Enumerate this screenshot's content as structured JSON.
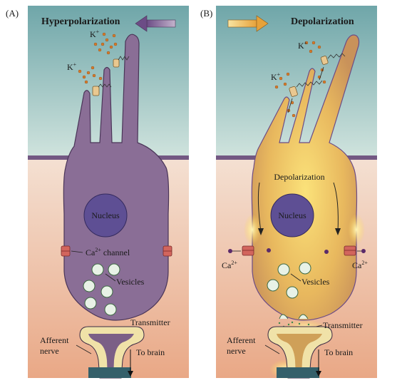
{
  "panel_a": {
    "letter": "(A)",
    "title": "Hyperpolarization",
    "k_label_1": "K",
    "k_label_2": "K",
    "k_sup": "+",
    "nucleus": "Nucleus",
    "ca_channel_main": "Ca",
    "ca_channel_sup": "2+",
    "ca_channel_tail": " channel",
    "vesicles": "Vesicles",
    "transmitter": "Transmitter",
    "afferent_1": "Afferent",
    "afferent_2": "nerve",
    "to_brain": "To brain"
  },
  "panel_b": {
    "letter": "(B)",
    "title": "Depolarization",
    "k_label_1": "K",
    "k_label_2": "K",
    "k_sup": "+",
    "depolarization_label": "Depolarization",
    "nucleus": "Nucleus",
    "ca_left": "Ca",
    "ca_right": "Ca",
    "ca_sup": "2+",
    "vesicles": "Vesicles",
    "transmitter": "Transmitter",
    "afferent_1": "Afferent",
    "afferent_2": "nerve",
    "to_brain": "To brain"
  },
  "colors": {
    "fluid_top": "#7fb4b6",
    "tissue": "#efc7ae",
    "cell_purple": "#8a6e96",
    "cell_gold": "#d3a45e",
    "nucleus": "#5e4f94",
    "channel": "#d2655d",
    "k_ion": "#d57a2c"
  }
}
